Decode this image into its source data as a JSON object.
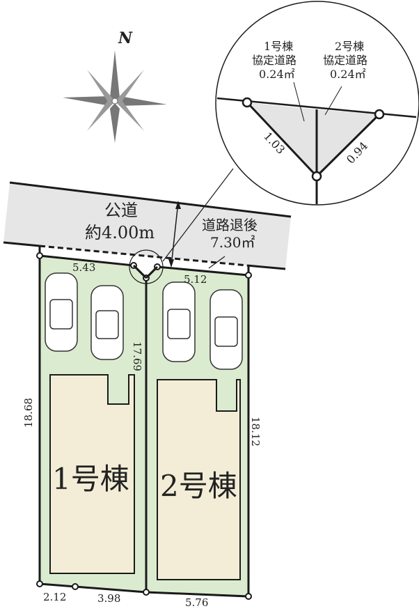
{
  "compass": {
    "north_label": "N"
  },
  "road": {
    "title": "公道",
    "width": "約4.00m"
  },
  "setback": {
    "title": "道路退後",
    "area": "7.30㎡"
  },
  "detail": {
    "lot1_label": [
      "1号棟",
      "協定道路",
      "0.24㎡"
    ],
    "lot2_label": [
      "2号棟",
      "協定道路",
      "0.24㎡"
    ],
    "edge1": "1.03",
    "edge2": "0.94"
  },
  "lot1": {
    "name": "1号棟",
    "front": "5.43",
    "left": "18.68",
    "right": "17.69",
    "back_a": "2.12",
    "back_b": "3.98"
  },
  "lot2": {
    "name": "2号棟",
    "front": "5.12",
    "right": "18.12",
    "back": "5.76"
  },
  "colors": {
    "lot": "#dbebd0",
    "building": "#f3edd7",
    "road": "#e6e6e6",
    "line": "#1a1a1a"
  }
}
